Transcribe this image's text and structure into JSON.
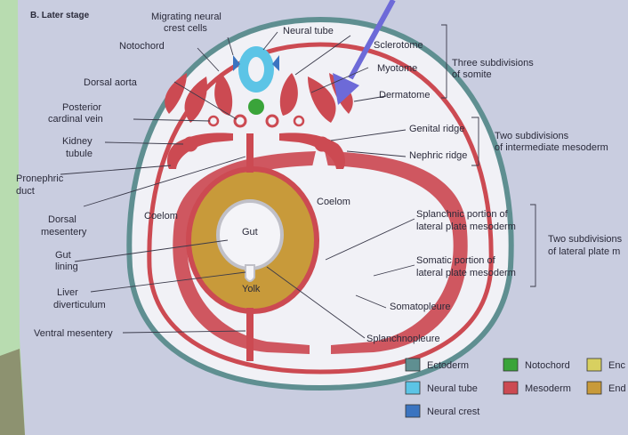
{
  "section_heading": "B. Later stage",
  "labels": {
    "migrating_neural_crest_1": "Migrating neural",
    "migrating_neural_crest_2": "crest cells",
    "neural_tube": "Neural tube",
    "notochord": "Notochord",
    "sclerotome": "Sclerotome",
    "myotome": "Myotome",
    "dermatome": "Dermatome",
    "somite_group_1": "Three subdivisions",
    "somite_group_2": "of somite",
    "dorsal_aorta": "Dorsal aorta",
    "posterior_cardinal_vein_1": "Posterior",
    "posterior_cardinal_vein_2": "cardinal vein",
    "kidney_tubule_1": "Kidney",
    "kidney_tubule_2": "tubule",
    "pronephric_duct_1": "Pronephric",
    "pronephric_duct_2": "duct",
    "genital_ridge": "Genital ridge",
    "nephric_ridge": "Nephric ridge",
    "intermediate_group_1": "Two subdivisions",
    "intermediate_group_2": "of intermediate mesoderm",
    "dorsal_mesentery_1": "Dorsal",
    "dorsal_mesentery_2": "mesentery",
    "coelom_left": "Coelom",
    "coelom_right": "Coelom",
    "gut": "Gut",
    "gut_lining_1": "Gut",
    "gut_lining_2": "lining",
    "liver_diverticulum_1": "Liver",
    "liver_diverticulum_2": "diverticulum",
    "yolk": "Yolk",
    "splanchnic_1": "Splanchnic portion of",
    "splanchnic_2": "lateral plate mesoderm",
    "somatic_1": "Somatic portion of",
    "somatic_2": "lateral plate mesoderm",
    "lateral_group_1": "Two subdivisions",
    "lateral_group_2": "of lateral plate m",
    "somatopleure": "Somatopleure",
    "ventral_mesentery": "Ventral mesentery",
    "splanchnopleure": "Splanchnopleure"
  },
  "legend": [
    {
      "label": "Ectoderm",
      "color": "#5f8f91"
    },
    {
      "label": "Notochord",
      "color": "#3aa43a"
    },
    {
      "label": "Enc",
      "color": "#d8d060"
    },
    {
      "label": "Neural tube",
      "color": "#5cc4e6"
    },
    {
      "label": "Mesoderm",
      "color": "#cc4a52"
    },
    {
      "label": "End",
      "color": "#c89a3a"
    },
    {
      "label": "Neural crest",
      "color": "#3b74c0"
    }
  ],
  "colors": {
    "background_green": "#b8dcb0",
    "page": "#c9cde0",
    "ectoderm": "#5f8f91",
    "mesoderm": "#cc4a52",
    "neural_tube": "#5cc4e6",
    "notochord": "#3aa43a",
    "yolk": "#c89a3a",
    "arrow": "#6d6ad8"
  }
}
